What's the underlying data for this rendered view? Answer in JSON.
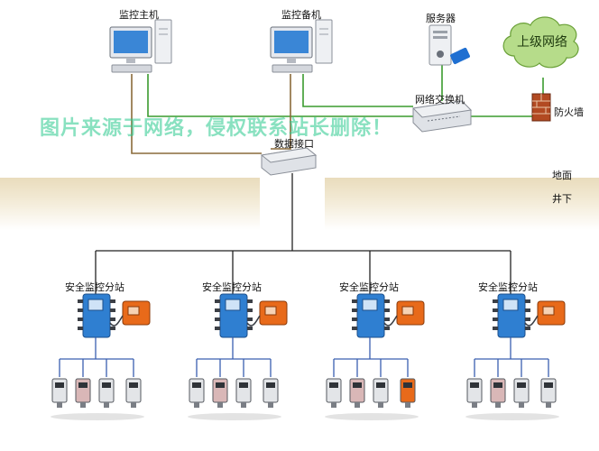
{
  "top": {
    "monitor_host": "监控主机",
    "monitor_backup": "监控备机",
    "server": "服务器",
    "upper_network": "上级网络",
    "switch": "网络交换机",
    "firewall": "防火墙",
    "data_interface": "数据接口"
  },
  "zones": {
    "surface": "地面",
    "underground": "井下"
  },
  "watermark": "图片来源于网络，侵权联系站长删除！",
  "substations": [
    {
      "label": "安全监控分站"
    },
    {
      "label": "安全监控分站"
    },
    {
      "label": "安全监控分站"
    },
    {
      "label": "安全监控分站"
    }
  ],
  "colors": {
    "green_line": "#3a9b2e",
    "brown_line": "#8a6a3a",
    "substation_blue": "#2f7fd1",
    "power_box_orange": "#e86a1a",
    "ground_tan": "#e9dcbc"
  }
}
